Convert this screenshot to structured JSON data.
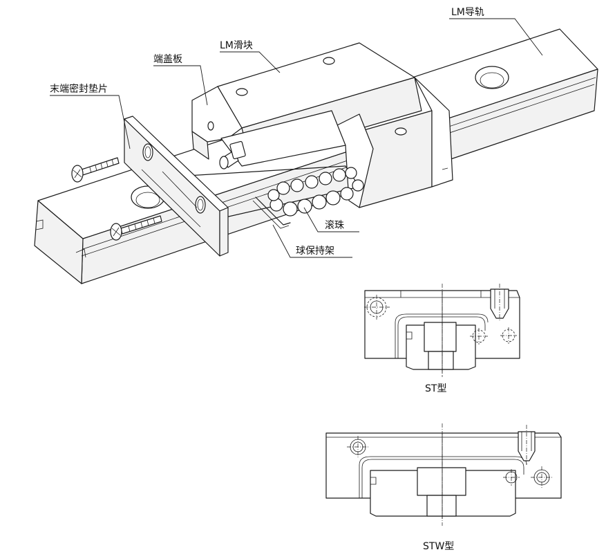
{
  "labels": {
    "lm_rail": "LM导轨",
    "lm_block": "LM滑块",
    "end_plate": "端盖板",
    "end_seal": "末端密封垫片",
    "balls": "滚珠",
    "ball_retainer": "球保持架"
  },
  "captions": {
    "st": "ST型",
    "stw": "STW型"
  }
}
